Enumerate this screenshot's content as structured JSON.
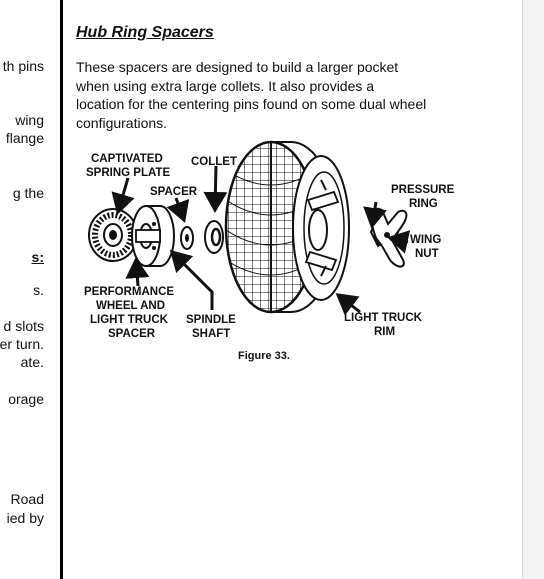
{
  "left_column": {
    "fragments": [
      {
        "text": "th pins",
        "style": "normal"
      },
      {
        "text": "wing",
        "style": "normal"
      },
      {
        "text": "flange",
        "style": "normal"
      },
      {
        "text": "g the",
        "style": "normal"
      },
      {
        "text": "s:",
        "style": "heading"
      },
      {
        "text": "s.",
        "style": "normal"
      },
      {
        "text": "d slots",
        "style": "normal"
      },
      {
        "text": "er turn.",
        "style": "normal"
      },
      {
        "text": "ate.",
        "style": "normal"
      },
      {
        "text": "orage",
        "style": "normal"
      },
      {
        "text": "Road",
        "style": "normal"
      },
      {
        "text": "ied by",
        "style": "normal"
      }
    ]
  },
  "section": {
    "title": "Hub Ring Spacers",
    "paragraph_lines": [
      "These spacers are designed to build a larger pocket",
      "when using extra large collets. It also provides a",
      "location for the centering pins found on some dual wheel",
      "configurations."
    ]
  },
  "figure": {
    "labels": {
      "captivated_1": "CAPTIVATED",
      "captivated_2": "SPRING PLATE",
      "collet": "COLLET",
      "spacer": "SPACER",
      "pressure_1": "PRESSURE",
      "pressure_2": "RING",
      "wing_1": "WING",
      "wing_2": "NUT",
      "perf_1": "PERFORMANCE",
      "perf_2": "WHEEL AND",
      "perf_3": "LIGHT TRUCK",
      "perf_4": "SPACER",
      "spindle_1": "SPINDLE",
      "spindle_2": "SHAFT",
      "rim_1": "LIGHT TRUCK",
      "rim_2": "RIM"
    },
    "caption": "Figure 33."
  }
}
